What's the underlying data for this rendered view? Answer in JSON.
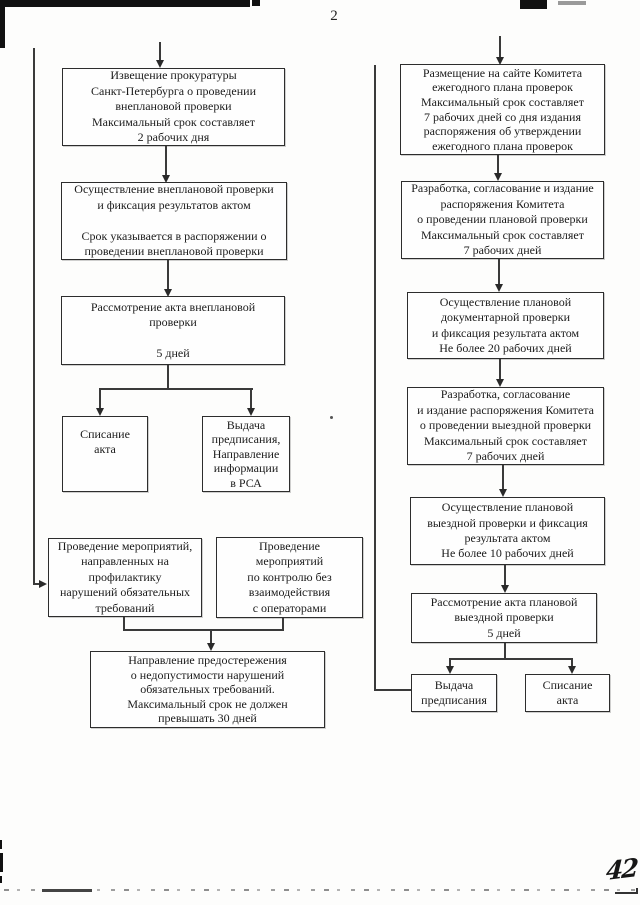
{
  "page": {
    "number": "2",
    "handwritten_mark": "42"
  },
  "colors": {
    "ink": "#1b1b1b",
    "line": "#3a3a3a",
    "border": "#2d2d2d",
    "paper": "#fdfdfc"
  },
  "left": {
    "boxes": [
      {
        "name": "notice-prosecutor",
        "text": "Извещение прокуратуры\nСанкт-Петербурга о проведении\nвнеплановой проверки\nМаксимальный срок составляет\n2 рабочих дня"
      },
      {
        "name": "unscheduled-check",
        "text": "Осуществление внеплановой проверки\nи фиксация результатов актом\n\nСрок указывается в распоряжении о\nпроведении внеплановой проверки"
      },
      {
        "name": "review-unscheduled-act",
        "text": "Рассмотрение акта внеплановой\nпроверки\n\n5 дней"
      },
      {
        "name": "act-writeoff",
        "text": "Списание\nакта"
      },
      {
        "name": "issue-order-rsa",
        "text": "Выдача\nпредписания,\nНаправление\nинформации\nв РСА"
      },
      {
        "name": "preventive-measures",
        "text": "Проведение мероприятий,\nнаправленных на\nпрофилактику\nнарушений обязательных\nтребований"
      },
      {
        "name": "control-no-interaction",
        "text": "Проведение\nмероприятий\nпо контролю без\nвзаимодействия\nс операторами"
      },
      {
        "name": "warning-notice",
        "text": "Направление предостережения\nо недопустимости нарушений\nобязательных требований.\nМаксимальный срок не должен\nпревышать 30 дней"
      }
    ]
  },
  "right": {
    "boxes": [
      {
        "name": "publish-annual-plan",
        "text": "Размещение на сайте Комитета\nежегодного плана проверок\nМаксимальный срок составляет\n7 рабочих дней со дня издания\nраспоряжения об утверждении\nежегодного плана проверок"
      },
      {
        "name": "order-planned-check",
        "text": "Разработка, согласование и издание\nраспоряжения Комитета\nо проведении плановой проверки\nМаксимальный срок составляет\n7 рабочих дней"
      },
      {
        "name": "documentary-check",
        "text": "Осуществление плановой\nдокументарной проверки\nи фиксация результата актом\nНе более 20 рабочих дней"
      },
      {
        "name": "order-field-check",
        "text": "Разработка, согласование\nи издание распоряжения Комитета\nо проведении выездной проверки\nМаксимальный срок составляет\n7 рабочих дней"
      },
      {
        "name": "field-check",
        "text": "Осуществление плановой\nвыездной проверки и фиксация\nрезультата актом\nНе более 10 рабочих дней"
      },
      {
        "name": "review-field-act",
        "text": "Рассмотрение акта плановой\nвыездной проверки\n5 дней"
      },
      {
        "name": "issue-order",
        "text": "Выдача\nпредписания"
      },
      {
        "name": "act-writeoff-planned",
        "text": "Списание\nакта"
      }
    ]
  }
}
